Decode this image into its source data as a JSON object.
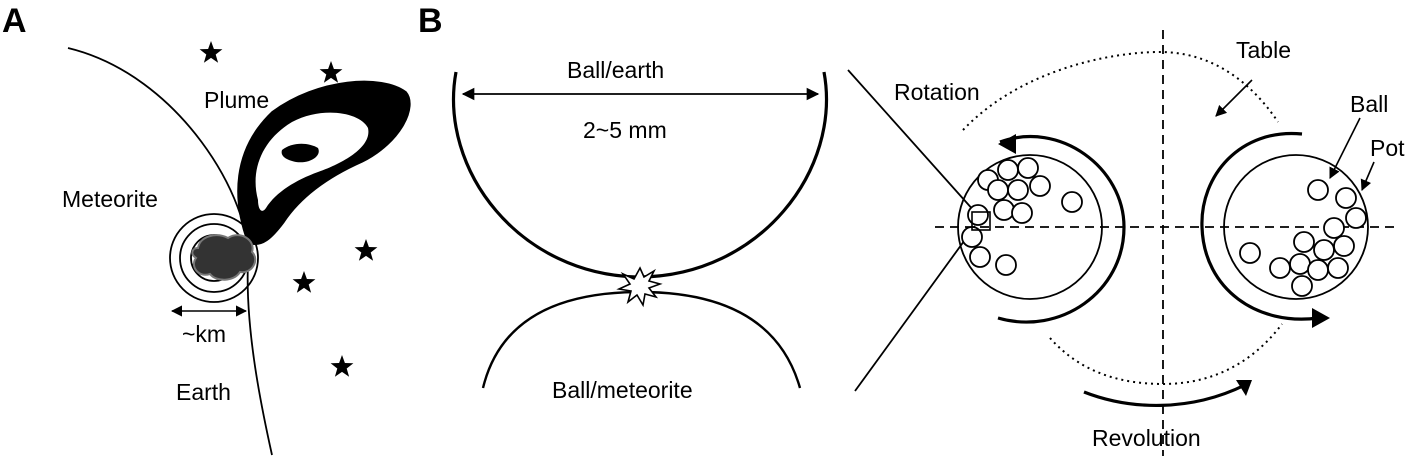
{
  "panels": {
    "a": {
      "letter": "A",
      "labels": {
        "plume": "Plume",
        "meteorite": "Meteorite",
        "scale": "~km",
        "earth": "Earth"
      },
      "icons": [
        "star-icon",
        "explosion-cloud-icon"
      ]
    },
    "b": {
      "letter": "B",
      "collision": {
        "top_label": "Ball/earth",
        "size_label": "2~5 mm",
        "bottom_label": "Ball/meteorite"
      },
      "mill": {
        "table": "Table",
        "rotation": "Rotation",
        "ball": "Ball",
        "pot": "Pot",
        "revolution": "Revolution"
      }
    }
  }
}
